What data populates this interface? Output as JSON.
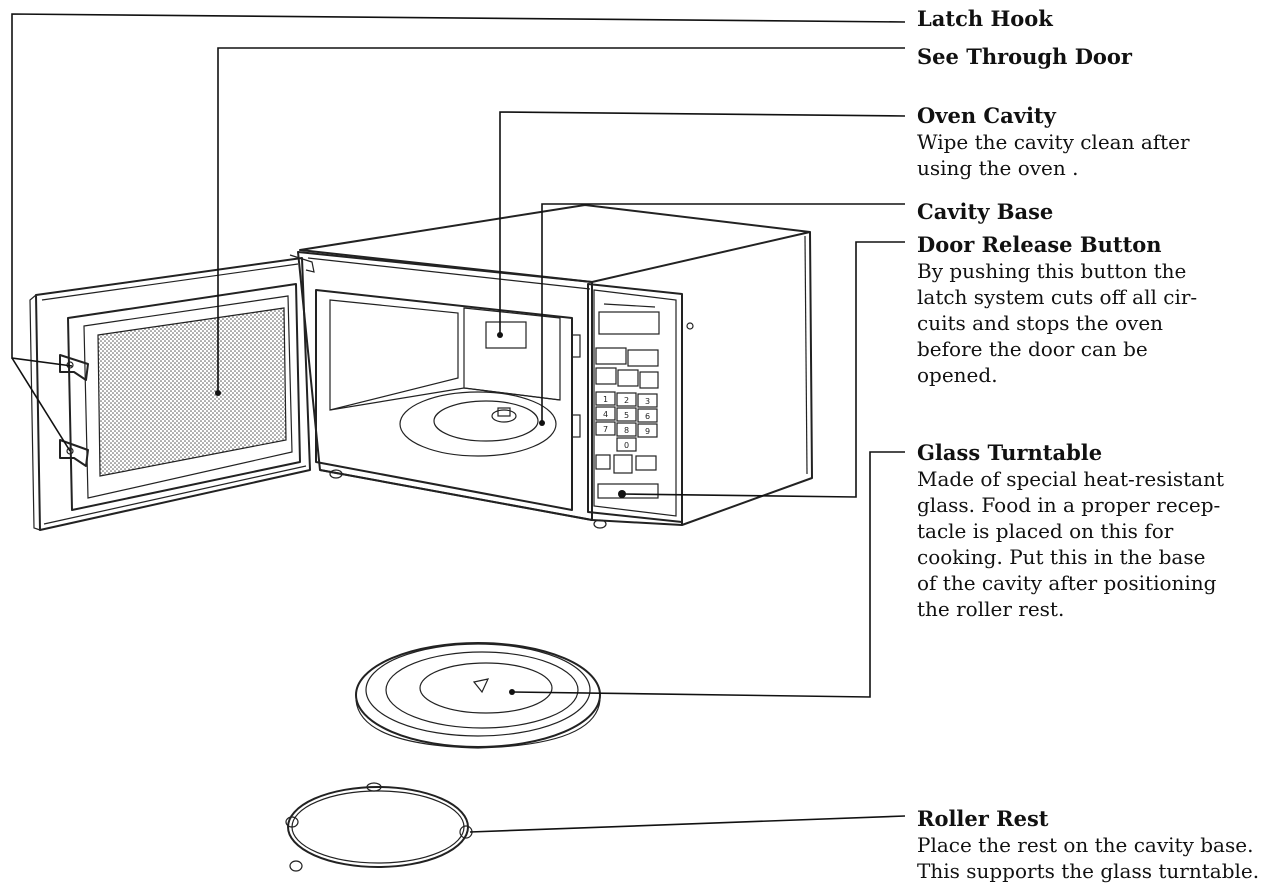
{
  "labels": {
    "latch_hook": {
      "title": "Latch Hook"
    },
    "see_through_door": {
      "title": "See Through Door"
    },
    "oven_cavity": {
      "title": "Oven Cavity",
      "desc": "Wipe the cavity clean after\nusing the oven ."
    },
    "cavity_base": {
      "title": "Cavity Base"
    },
    "door_release_button": {
      "title": "Door Release Button",
      "desc": "By pushing this button the\nlatch system cuts off all cir-\ncuits and stops the oven\nbefore the door can be\nopened."
    },
    "glass_turntable": {
      "title": "Glass Turntable",
      "desc": "Made of special heat-resistant\nglass. Food in a proper recep-\ntacle is placed on this for\ncooking. Put this in the base\nof the cavity after positioning\nthe roller rest."
    },
    "roller_rest": {
      "title": "Roller Rest",
      "desc": "Place the rest on the cavity base.\nThis supports the glass turntable."
    }
  },
  "keypad": [
    "1",
    "2",
    "3",
    "4",
    "5",
    "6",
    "7",
    "8",
    "9",
    "0"
  ]
}
